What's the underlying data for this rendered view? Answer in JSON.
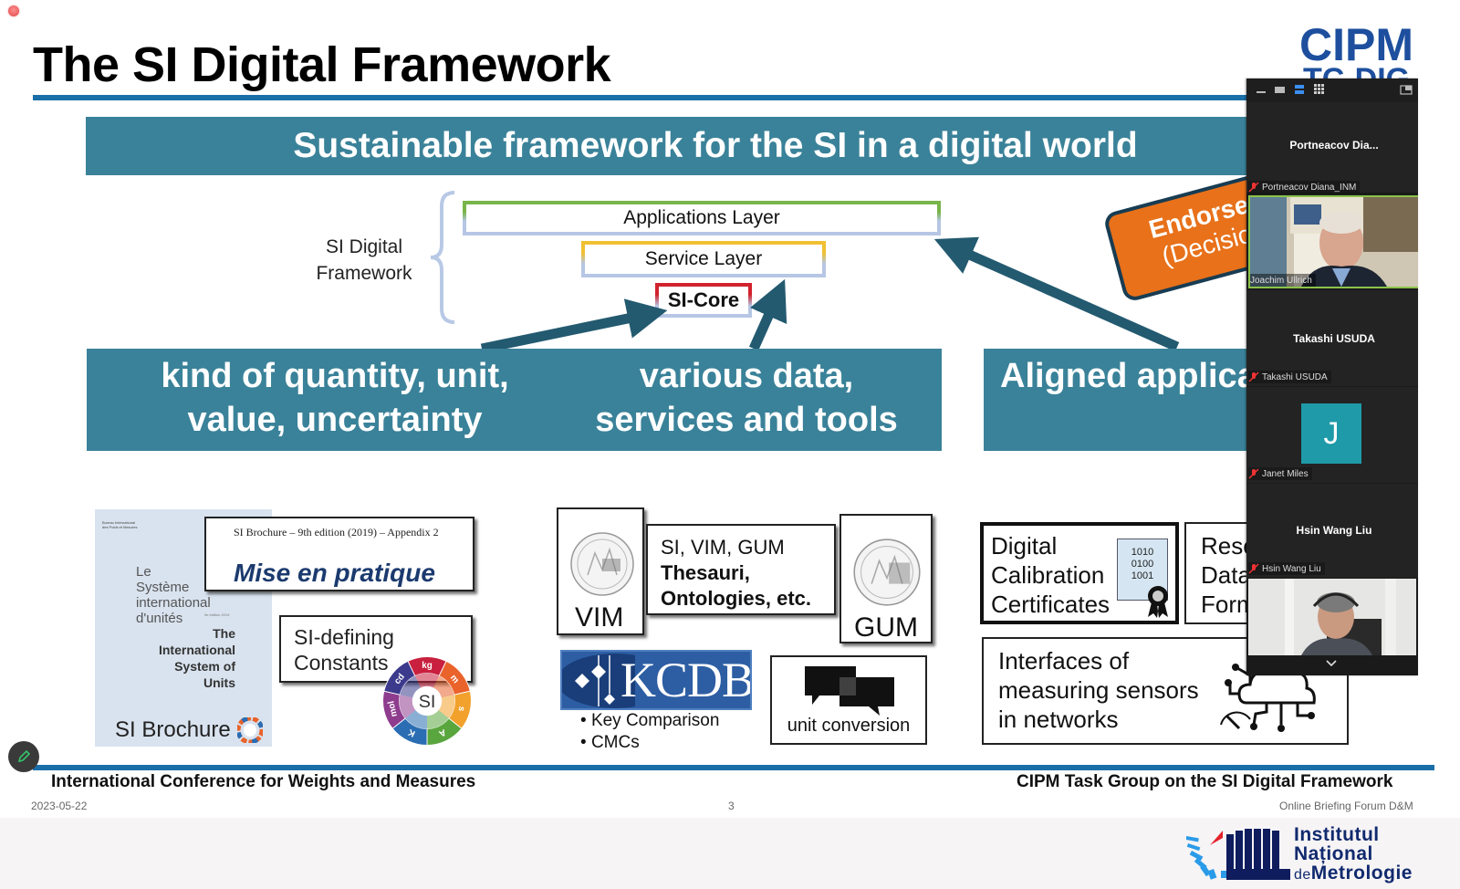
{
  "recording_indicator": "recording",
  "slide": {
    "title": "The SI Digital Framework",
    "logo": {
      "main": "CIPM",
      "sub": "TC-DIG"
    },
    "banner": "Sustainable framework for the SI in a digital world",
    "framework_label": "SI Digital Framework",
    "layers": {
      "applications": "Applications Layer",
      "service": "Service Layer",
      "core": "SI-Core"
    },
    "endorsed": {
      "title": "Endorsed",
      "subtitle": "(Decision"
    },
    "categories": [
      {
        "line1": "kind of quantity, unit,",
        "line2": "value, uncertainty"
      },
      {
        "line1": "various data,",
        "line2": "services and tools"
      },
      {
        "line1": "Aligned applica",
        "line2": ""
      }
    ],
    "brochure": {
      "bipm_mini": "Bureau International des Poids et Mesures",
      "cover_fr": [
        "Le",
        "Système",
        "international",
        "d'unités"
      ],
      "cover_edition": "9e édition 2019",
      "cover_en": [
        "The",
        "International",
        "System of",
        "Units"
      ],
      "label": "SI Brochure"
    },
    "mise_en_pratique": {
      "caption": "SI Brochure – 9th edition (2019) – Appendix 2",
      "title": "Mise en pratique"
    },
    "constants": {
      "line1": "SI-defining",
      "line2": "Constants"
    },
    "si_wheel": {
      "center": "SI",
      "units": [
        "kg",
        "m",
        "s",
        "A",
        "K",
        "mol",
        "cd"
      ],
      "colors": [
        "#c8203e",
        "#e9632b",
        "#f2a12c",
        "#5aa63e",
        "#2a6db3",
        "#8e3c8e",
        "#3b3a8c"
      ]
    },
    "documents": {
      "vim": "VIM",
      "gum": "GUM",
      "thesauri_line1": "SI, VIM, GUM",
      "thesauri_line2": "Thesauri,",
      "thesauri_line3": "Ontologies, etc."
    },
    "kcdb": {
      "label": "KCDB",
      "items": [
        "Key Comparison",
        "CMCs"
      ]
    },
    "unit_conversion": "unit conversion",
    "dcc": {
      "line1": "Digital",
      "line2": "Calibration",
      "line3": "Certificates",
      "binary": [
        "1010",
        "0100",
        "1001"
      ]
    },
    "research_data": {
      "line1": "Resea",
      "line2": "Data",
      "line3": "Forma"
    },
    "interfaces": {
      "line1": "Interfaces of",
      "line2": "measuring sensors",
      "line3": "in networks"
    },
    "footer": {
      "left": "International Conference for Weights and Measures",
      "right": "CIPM Task Group on the SI Digital Framework",
      "date": "2023-05-22",
      "page": "3",
      "forum": "Online Briefing Forum D&M"
    },
    "colors": {
      "teal": "#3a8299",
      "rule_blue": "#1b6fa8",
      "endorsed_orange": "#e8711a",
      "arrow": "#235a70"
    }
  },
  "inm": {
    "line1": "Institutul",
    "line2": "Național",
    "line3_prefix": "de",
    "line3": "Metrologie"
  },
  "zoom_panel": {
    "toolbar": [
      "minimize-view",
      "thumbnail-view",
      "speaker-view",
      "gallery-view"
    ],
    "active_view": "speaker-view",
    "participants": [
      {
        "display": "Portneacov  Dia...",
        "label": "Portneacov Diana_INM",
        "muted": true,
        "video": false
      },
      {
        "display": "",
        "label": "Joachim Ullrich",
        "muted": false,
        "video": true,
        "speaking": true
      },
      {
        "display": "Takashi USUDA",
        "label": "Takashi USUDA",
        "muted": true,
        "video": false
      },
      {
        "display": "J",
        "label": "Janet Miles",
        "muted": true,
        "video": false,
        "avatar_color": "#1f9aa8"
      },
      {
        "display": "Hsin Wang Liu",
        "label": "Hsin Wang Liu",
        "muted": true,
        "video": false
      },
      {
        "display": "",
        "label": "",
        "muted": false,
        "video": true
      }
    ]
  }
}
